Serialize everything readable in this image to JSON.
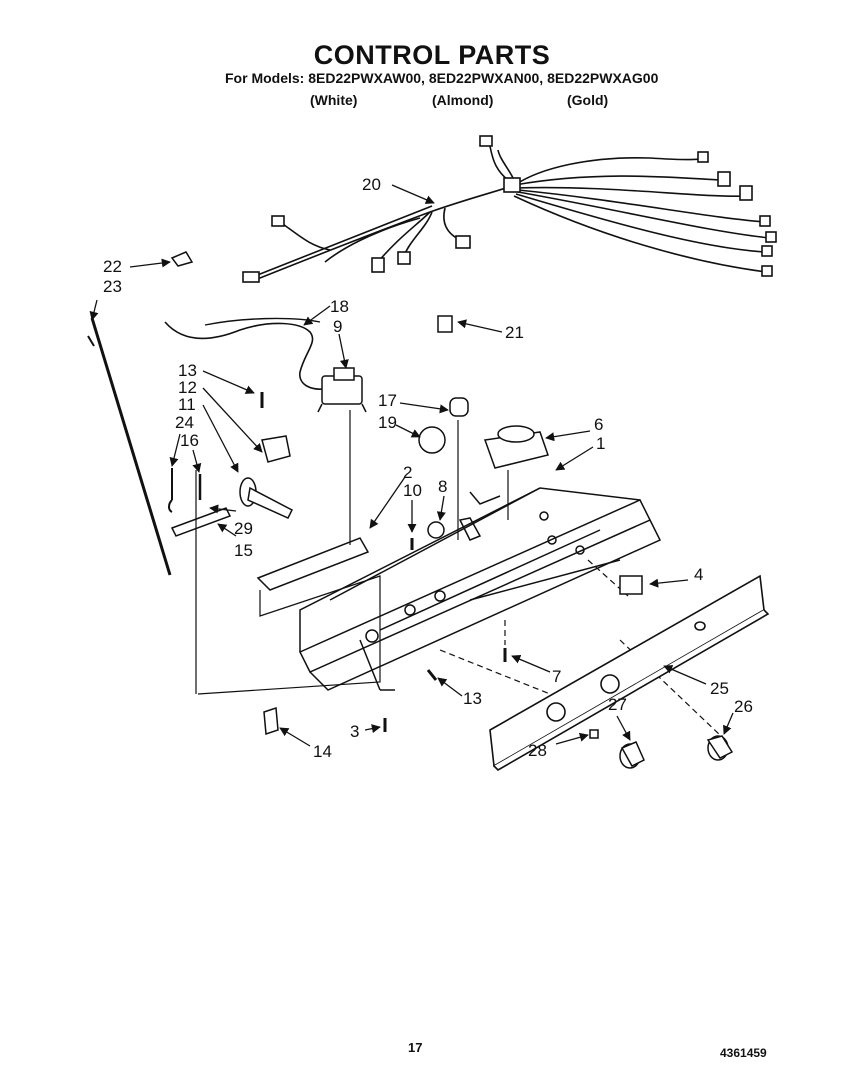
{
  "title": "CONTROL PARTS",
  "models_line": "For Models: 8ED22PWXAW00, 8ED22PWXAN00, 8ED22PWXAG00",
  "finishes": [
    "(White)",
    "(Almond)",
    "(Gold)"
  ],
  "callouts": [
    "20",
    "22",
    "23",
    "18",
    "9",
    "21",
    "13",
    "12",
    "11",
    "24",
    "16",
    "17",
    "19",
    "6",
    "1",
    "2",
    "10",
    "8",
    "29",
    "15",
    "4",
    "13",
    "7",
    "25",
    "3",
    "14",
    "27",
    "26",
    "28"
  ],
  "footer": {
    "page_number": "17",
    "document_number": "4361459"
  }
}
